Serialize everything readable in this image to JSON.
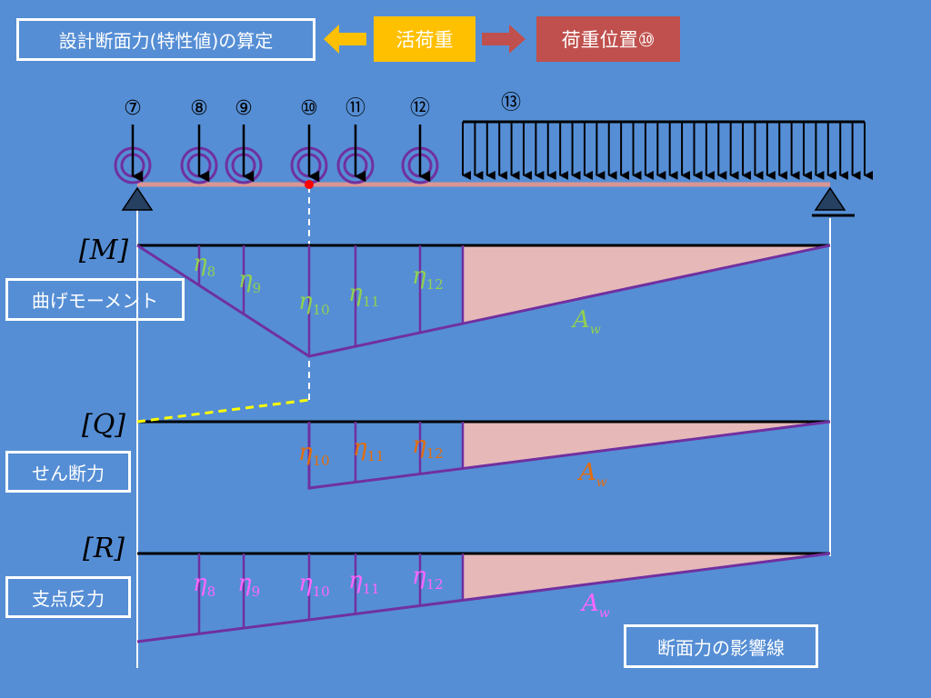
{
  "header": {
    "title": "設計断面力(特性値)の算定",
    "live_load": "活荷重",
    "load_position": "荷重位置⑩"
  },
  "colors": {
    "background": "#558ED5",
    "arrow_left": "#FFC000",
    "arrow_right": "#C0504D",
    "beam": "#D99694",
    "influence_line": "#7030A0",
    "fill_area": "#E6B9B8",
    "moment_label": "#92D050",
    "shear_label": "#E46C0A",
    "reaction_label": "#FF66FF",
    "dashed_yellow": "#FFFF00",
    "load_point": "#FF0000",
    "support": "#254061"
  },
  "loads": {
    "points": [
      "⑦",
      "⑧",
      "⑨",
      "⑩",
      "⑪",
      "⑫"
    ],
    "distributed": "⑬"
  },
  "sections": {
    "moment": {
      "bracket": "[M]",
      "label": "曲げモーメント",
      "etas": [
        {
          "base": "η",
          "sub": "8"
        },
        {
          "base": "η",
          "sub": "9"
        },
        {
          "base": "η",
          "sub": "10"
        },
        {
          "base": "η",
          "sub": "11"
        },
        {
          "base": "η",
          "sub": "12"
        }
      ],
      "area": {
        "base": "A",
        "sub": "w"
      }
    },
    "shear": {
      "bracket": "[Q]",
      "label": "せん断力",
      "etas": [
        {
          "base": "η",
          "sub": "10"
        },
        {
          "base": "η",
          "sub": "11"
        },
        {
          "base": "η",
          "sub": "12"
        }
      ],
      "area": {
        "base": "A",
        "sub": "w"
      }
    },
    "reaction": {
      "bracket": "[R]",
      "label": "支点反力",
      "etas": [
        {
          "base": "η",
          "sub": "8"
        },
        {
          "base": "η",
          "sub": "9"
        },
        {
          "base": "η",
          "sub": "10"
        },
        {
          "base": "η",
          "sub": "11"
        },
        {
          "base": "η",
          "sub": "12"
        }
      ],
      "area": {
        "base": "A",
        "sub": "w"
      }
    }
  },
  "footer": {
    "legend": "断面力の影響線"
  }
}
